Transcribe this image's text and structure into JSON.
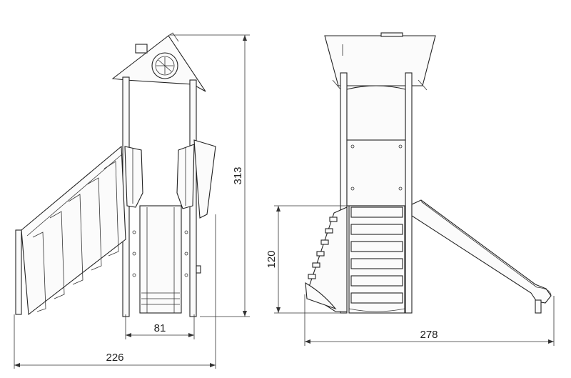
{
  "dimensions": {
    "tower_width_inner": "81",
    "overall_width_side": "226",
    "overall_height": "313",
    "platform_height": "120",
    "overall_length_front": "278"
  }
}
